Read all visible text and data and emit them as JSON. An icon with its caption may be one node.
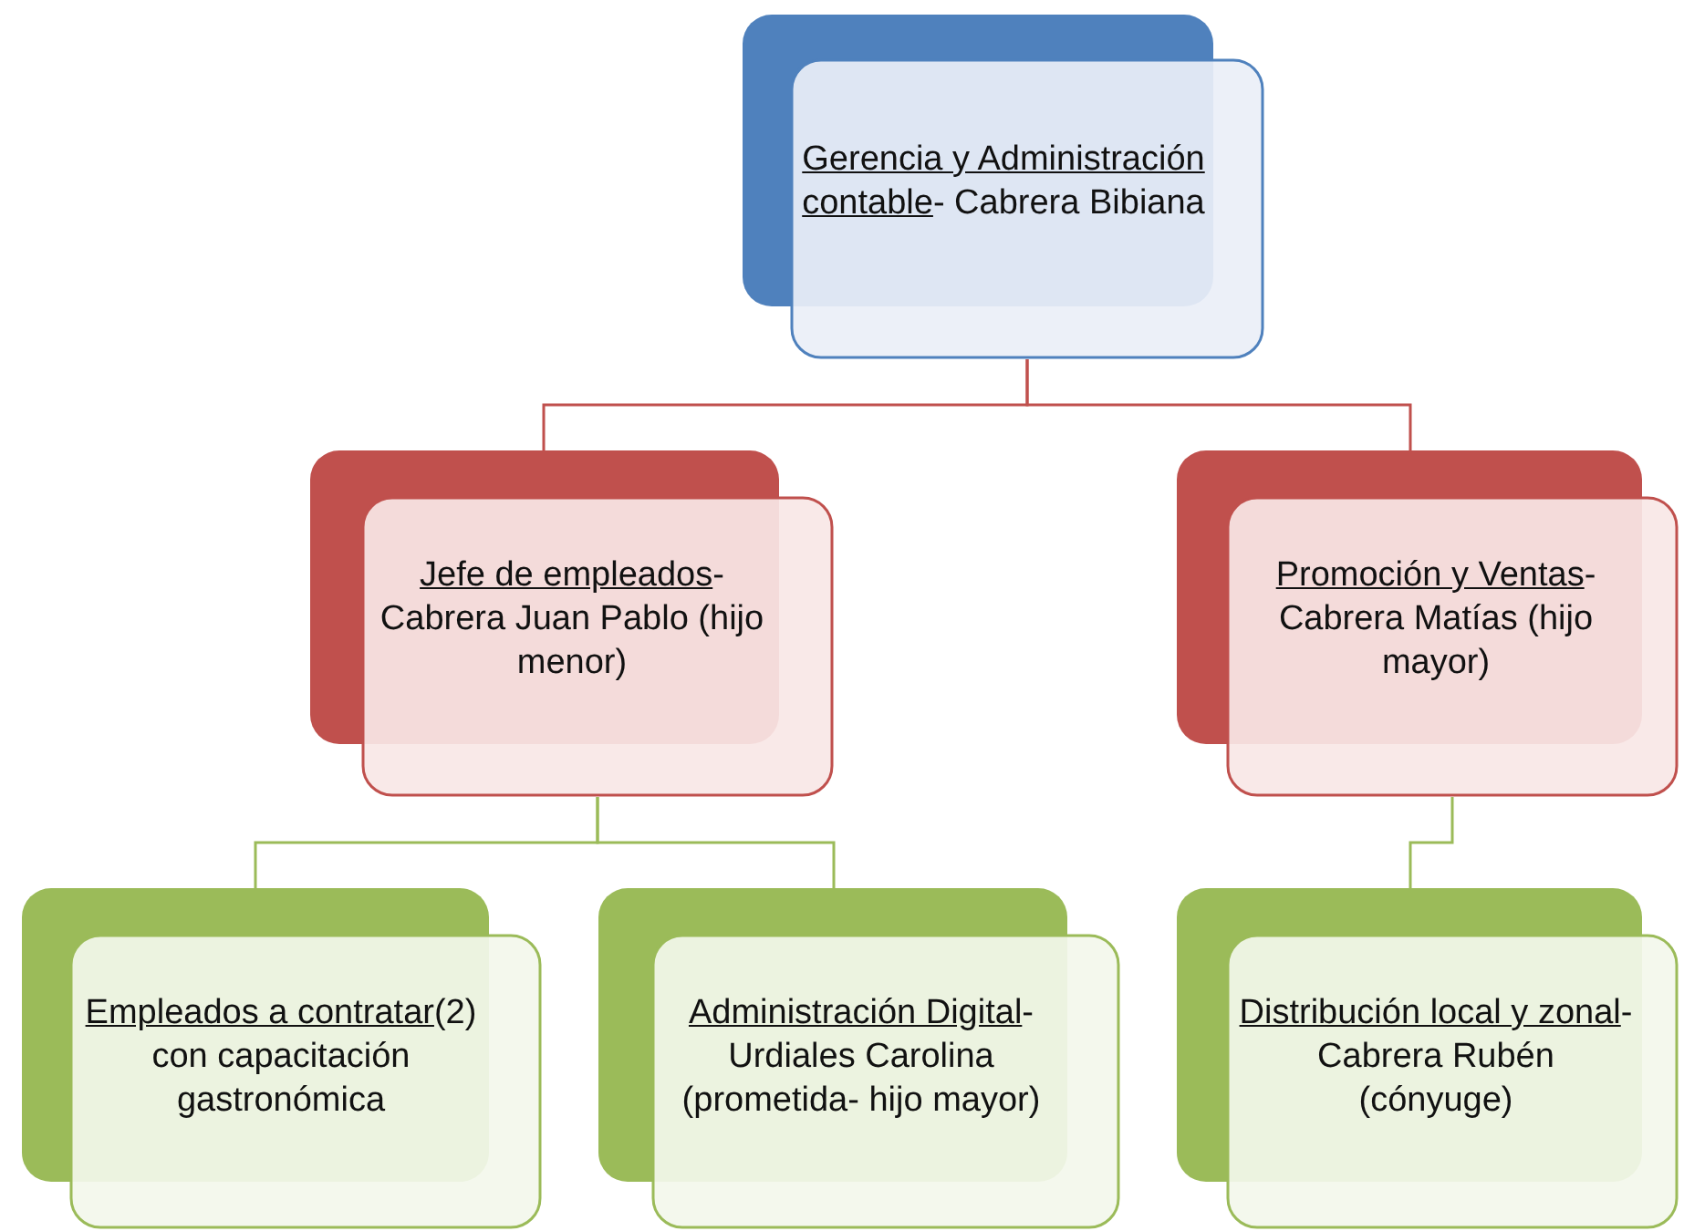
{
  "diagram": {
    "nodes": [
      {
        "text": [
          "Gerencia y Administración contable",
          "- Cabrera Bibiana"
        ]
      },
      {
        "text": [
          "Jefe de empleados",
          "- Cabrera Juan Pablo (hijo menor)"
        ]
      },
      {
        "text": [
          "Promoción y Ventas",
          "- Cabrera Matías (hijo mayor)"
        ]
      },
      {
        "text": [
          "Empleados a contratar",
          "(2) con capacitación gastronómica"
        ]
      },
      {
        "text": [
          "Administración Digital",
          "- Urdiales Carolina (prometida- hijo mayor)"
        ]
      },
      {
        "text": [
          "Distribución local y zonal",
          "- Cabrera Rubén (cónyuge)"
        ]
      }
    ],
    "edges": [
      {
        "from": 0,
        "to": 1,
        "arrow": "none",
        "color": "#c0504d"
      },
      {
        "from": 0,
        "to": 2,
        "arrow": "none",
        "color": "#c0504d"
      },
      {
        "from": 1,
        "to": 3,
        "arrow": "none"
      },
      {
        "from": 1,
        "to": 4,
        "arrow": "none"
      },
      {
        "from": 2,
        "to": 5,
        "arrow": "none"
      }
    ]
  }
}
